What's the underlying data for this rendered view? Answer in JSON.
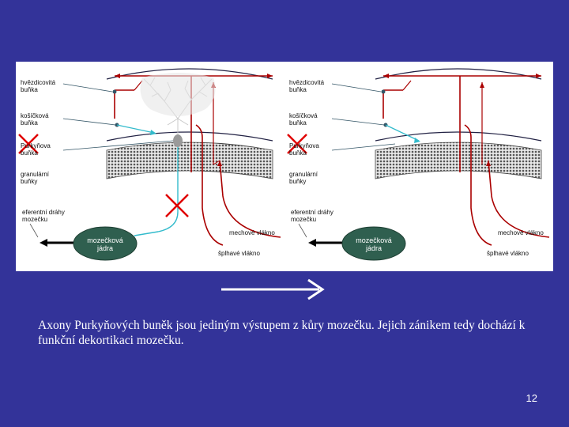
{
  "panels": {
    "left": {
      "labels": {
        "stellate": "hvězdicovitá\nbuňka",
        "basket": "košíčková\nbuňka",
        "purkinje": "Purkyňova\nbuňka",
        "granule": "granulární\nbuňky",
        "efferent": "eferentní dráhy\nmozečku",
        "nuclei": "mozečková\njádra",
        "mossy": "mechové vlákno",
        "climbing": "šplhavé vlákno"
      }
    },
    "right": {
      "labels": {
        "stellate": "hvězdicovitá\nbuňka",
        "basket": "košíčková\nbuňka",
        "purkinje": "Purkyňova\nbuňka",
        "granule": "granulární\nbuňky",
        "efferent": "eferentní dráhy\nmozečku",
        "nuclei": "mozečková\njádra",
        "mossy": "mechové vlákno",
        "climbing": "šplhavé vlákno"
      }
    }
  },
  "caption": "Axony Purkyňových buněk jsou jediným výstupem z kůry mozečku. Jejich zánikem tedy dochází k funkční dekortikaci mozečku.",
  "page_number": "12",
  "colors": {
    "background": "#333399",
    "fiber_red": "#aa0000",
    "cross_red": "#e00000",
    "purkinje_cyan": "#33bbcc",
    "nuclei_green": "#2f5f4f",
    "granule_gray": "#777777"
  }
}
